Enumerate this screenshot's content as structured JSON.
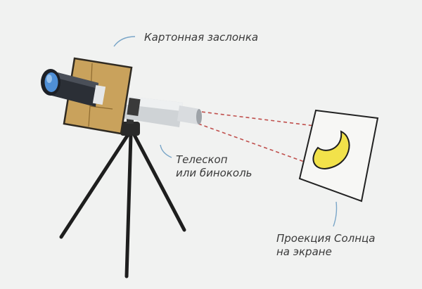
{
  "labels": {
    "shield": "Картонная заслонка",
    "telescope_line1": "Телескоп",
    "telescope_line2": "или биноколь",
    "projection_line1": "Проекция  Солнца",
    "projection_line2": "на экране"
  },
  "colors": {
    "background": "#f1f2f1",
    "cardboard": "#c9a25c",
    "cardboard_edge": "#2f2a22",
    "tube_light": "#e2e4e6",
    "tube_shadow": "#9ea3a8",
    "eyepiece_dark": "#2b2f36",
    "lens_blue": "#4f8fd6",
    "screen_fill": "#f7f7f5",
    "sun_yellow": "#f2e24a",
    "ray_red": "#c0504d",
    "tripod": "#1e1e1e",
    "leader_line": "#7aa6c8"
  },
  "icons": [
    "telescope-icon",
    "cardboard-shield-icon",
    "tripod-icon",
    "projection-screen-icon",
    "sun-crescent-icon"
  ]
}
